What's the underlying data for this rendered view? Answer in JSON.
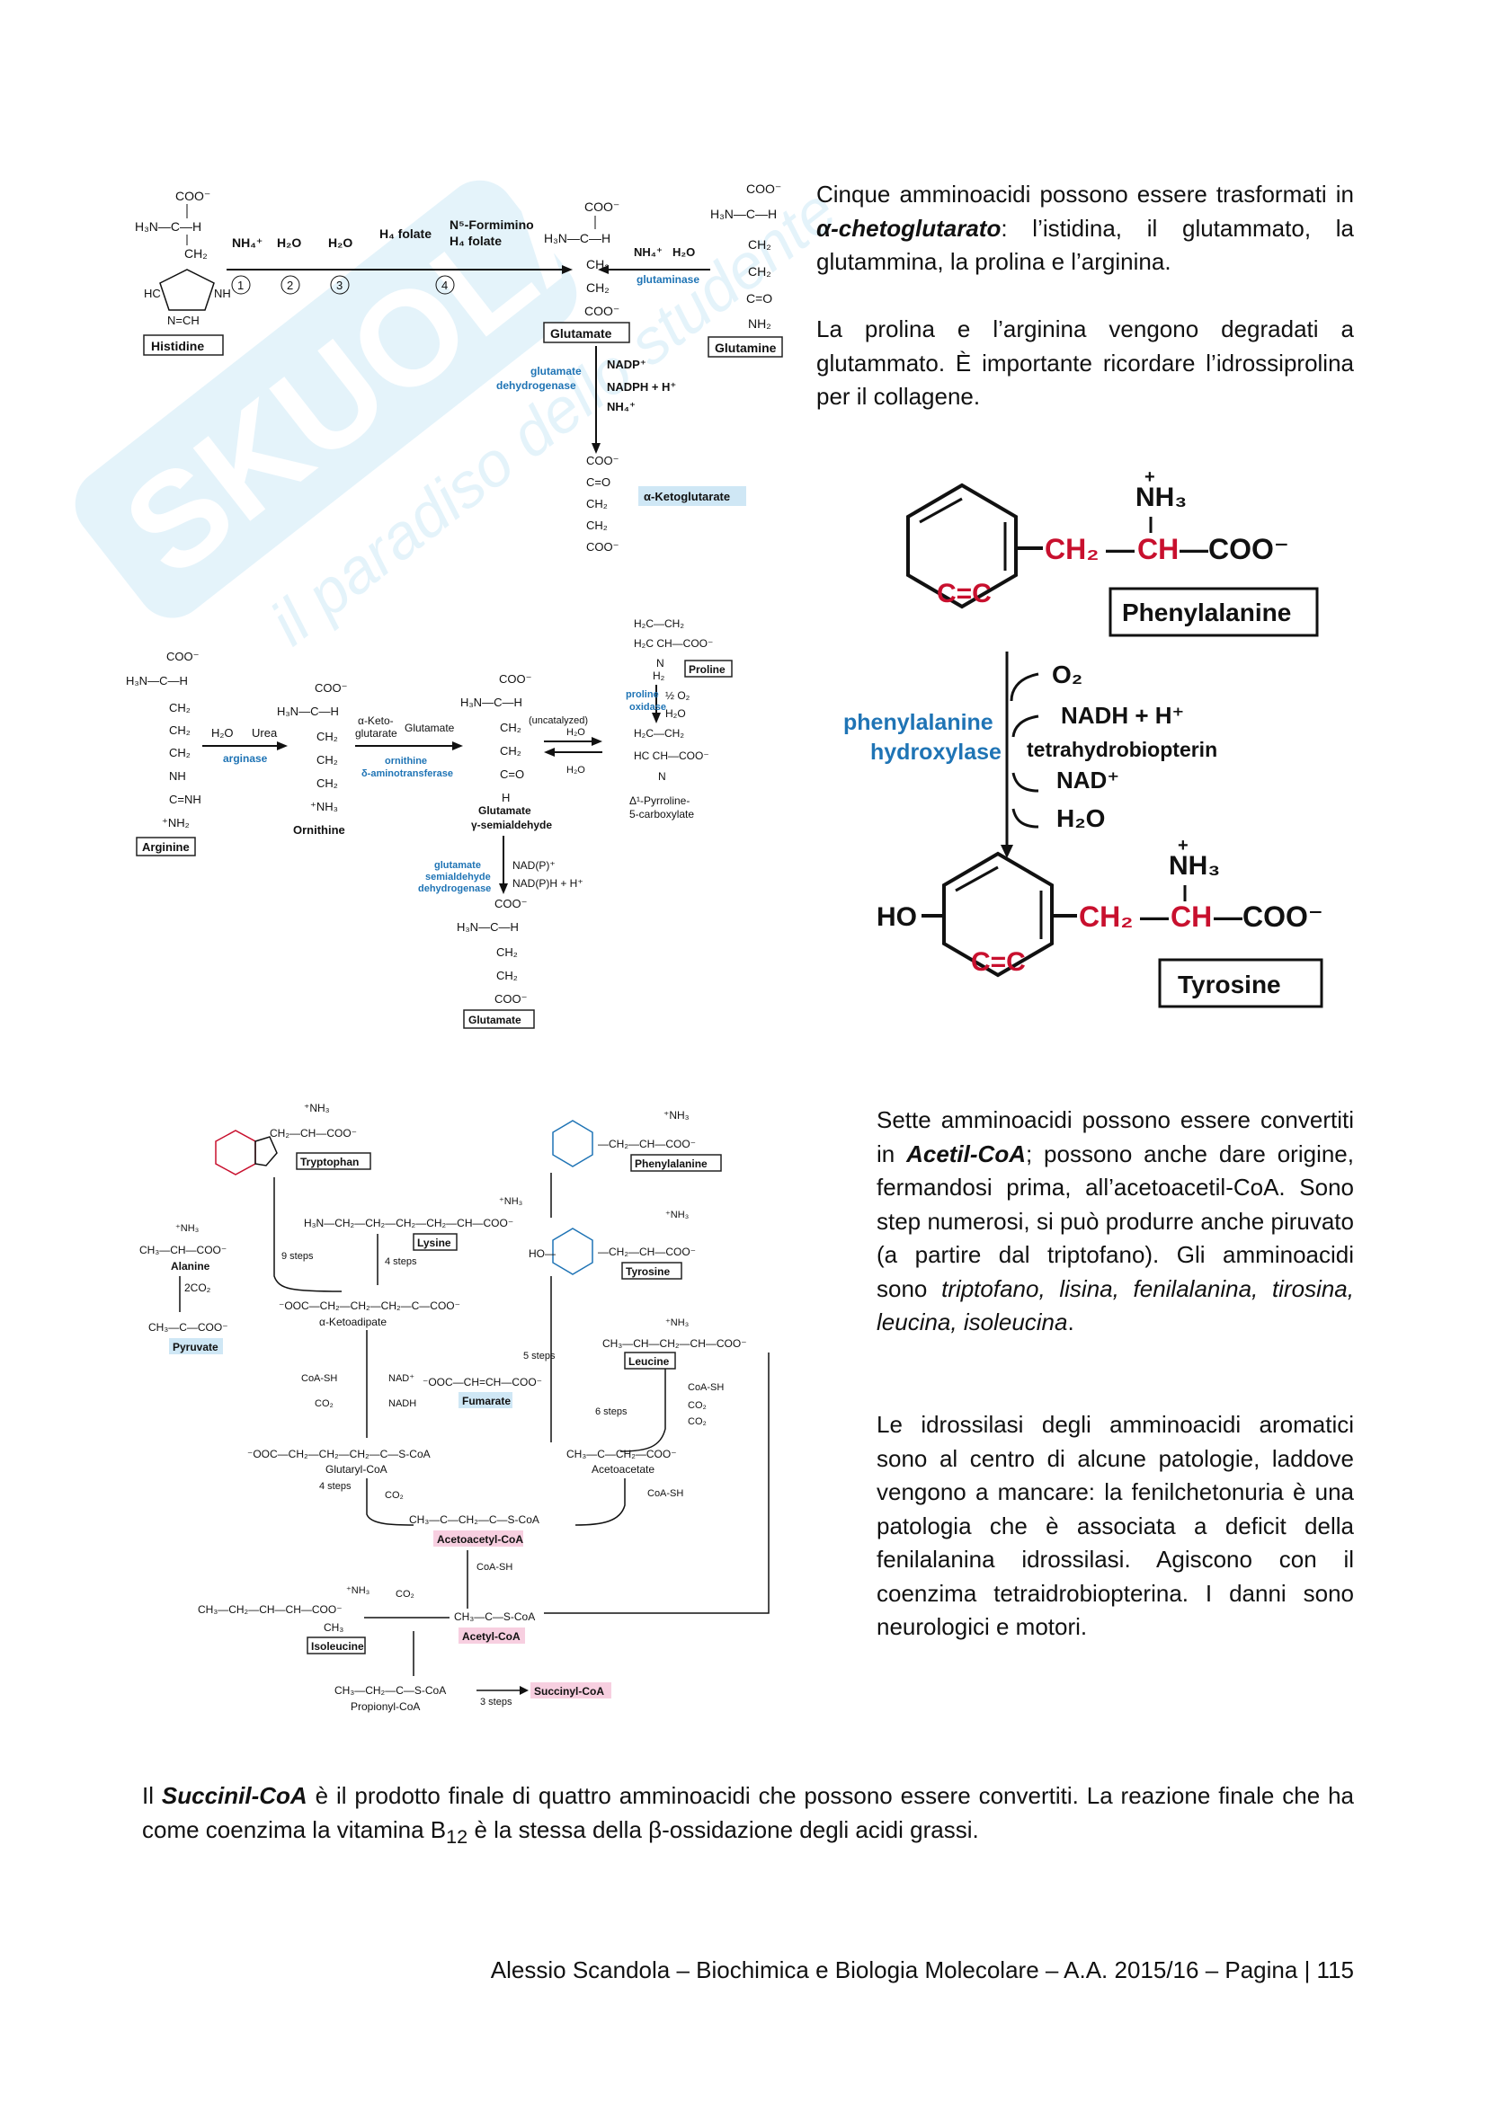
{
  "text": {
    "intro_a": "Cinque amminoacidi possono essere trasformati in ",
    "intro_b": "α-chetoglutarato",
    "intro_c": ": l’istidina, il glutammato, la glutammina, la prolina e l’arginina.",
    "prolina": "La prolina e l’arginina vengono degradati a glutammato. È importante ricordare l’idrossiprolina per il collagene.",
    "sette_a": "Sette amminoacidi possono essere convertiti in ",
    "sette_b": "Acetil-CoA",
    "sette_c": "; possono anche dare origine, fermandosi prima, all’acetoacetil-CoA. Sono step numerosi, si può produrre anche piruvato (a partire dal triptofano). Gli amminoacidi sono ",
    "sette_d": "triptofano, lisina, fenilalanina, tirosina, leucina, isoleucina",
    "sette_e": ".",
    "idros": "Le idrossilasi degli amminoacidi aromatici sono al centro di alcune patologie, laddove vengono a mancare: la fenilchetonuria è una patologia che è associata a deficit della fenilalanina idrossilasi. Agiscono con il coenzima tetraidrobiopterina. I danni sono neurologici e motori.",
    "succ_a": "Il ",
    "succ_b": "Succinil-CoA",
    "succ_c": " è il prodotto finale di quattro amminoacidi che possono essere convertiti. La reazione finale che ha come coenzima la vitamina B",
    "succ_sub": "12",
    "succ_d": " è la stessa della β-ossidazione degli acidi grassi.",
    "footer": "Alessio Scandola – Biochimica e Biologia Molecolare – A.A. 2015/16 – Pagina | 115"
  },
  "fig1": {
    "histidine": "Histidine",
    "glutamate": "Glutamate",
    "glutamine": "Glutamine",
    "nh4": "NH₄⁺",
    "h2o": "H₂O",
    "h4folate": "H₄ folate",
    "formimino": "N⁵-Formimino",
    "h4folate2": "H₄ folate",
    "glutaminase": "glutaminase",
    "gdh1": "glutamate",
    "gdh2": "dehydrogenase",
    "nadp": "NADP⁺",
    "nadph": "NADPH + H⁺",
    "akg": "α-Ketoglutarate",
    "s1": "1",
    "s2": "2",
    "s3": "3",
    "s4": "4",
    "coo": "COO⁻",
    "h3n": "H₃N—C—H",
    "ch2": "CH₂",
    "cooH": "C=O",
    "nh2": "NH₂"
  },
  "fig2": {
    "arginine": "Arginine",
    "ornithine": "Ornithine",
    "glut_semi1": "Glutamate",
    "glut_semi2": "γ-semialdehyde",
    "proline": "Proline",
    "p5c1": "Δ¹-Pyrroline-",
    "p5c2": "5-carboxylate",
    "glutamate": "Glutamate",
    "h2o": "H₂O",
    "urea": "Urea",
    "arginase": "arginase",
    "akg1": "α-Keto-",
    "akg2": "glutarate",
    "glu": "Glutamate",
    "oat1": "ornithine",
    "oat2": "δ-aminotransferase",
    "uncat": "(uncatalyzed)",
    "po1": "proline",
    "po2": "oxidase",
    "o2": "½ O₂",
    "gsd1": "glutamate",
    "gsd2": "semialdehyde",
    "gsd3": "dehydrogenase",
    "nadp": "NAD(P)⁺",
    "nadph": "NAD(P)H + H⁺"
  },
  "fig3": {
    "phe": "Phenylalanine",
    "tyr": "Tyrosine",
    "enz1": "phenylalanine",
    "enz2": "hydroxylase",
    "o2": "O₂",
    "nadh": "NADH + H⁺",
    "bh4": "tetrahydrobiopterin",
    "nad": "NAD⁺",
    "h2o": "H₂O",
    "nh3": "NH₃",
    "ho": "HO",
    "ch2": "CH₂",
    "ch": "CH",
    "coo": "COO⁻",
    "cc": "C=C"
  },
  "fig4": {
    "tryptophan": "Tryptophan",
    "lysine": "Lysine",
    "phenylalanine": "Phenylalanine",
    "tyrosine": "Tyrosine",
    "leucine": "Leucine",
    "alanine": "Alanine",
    "pyruvate": "Pyruvate",
    "ketoadipate": "α-Ketoadipate",
    "fumarate": "Fumarate",
    "glutarylcoa": "Glutaryl-CoA",
    "acetoacetate": "Acetoacetate",
    "acetoacetylcoa": "Acetoacetyl-CoA",
    "acetylcoa": "Acetyl-CoA",
    "isoleucine": "Isoleucine",
    "propionylcoa": "Propionyl-CoA",
    "succinylcoa": "Succinyl-CoA",
    "steps9": "9 steps",
    "steps4": "4 steps",
    "steps5": "5 steps",
    "steps6": "6 steps",
    "steps4b": "4 steps",
    "steps3": "3 steps",
    "coash": "CoA-SH",
    "nad": "NAD⁺",
    "nadh": "NADH",
    "co2": "CO₂",
    "2co2": "2CO₂"
  }
}
